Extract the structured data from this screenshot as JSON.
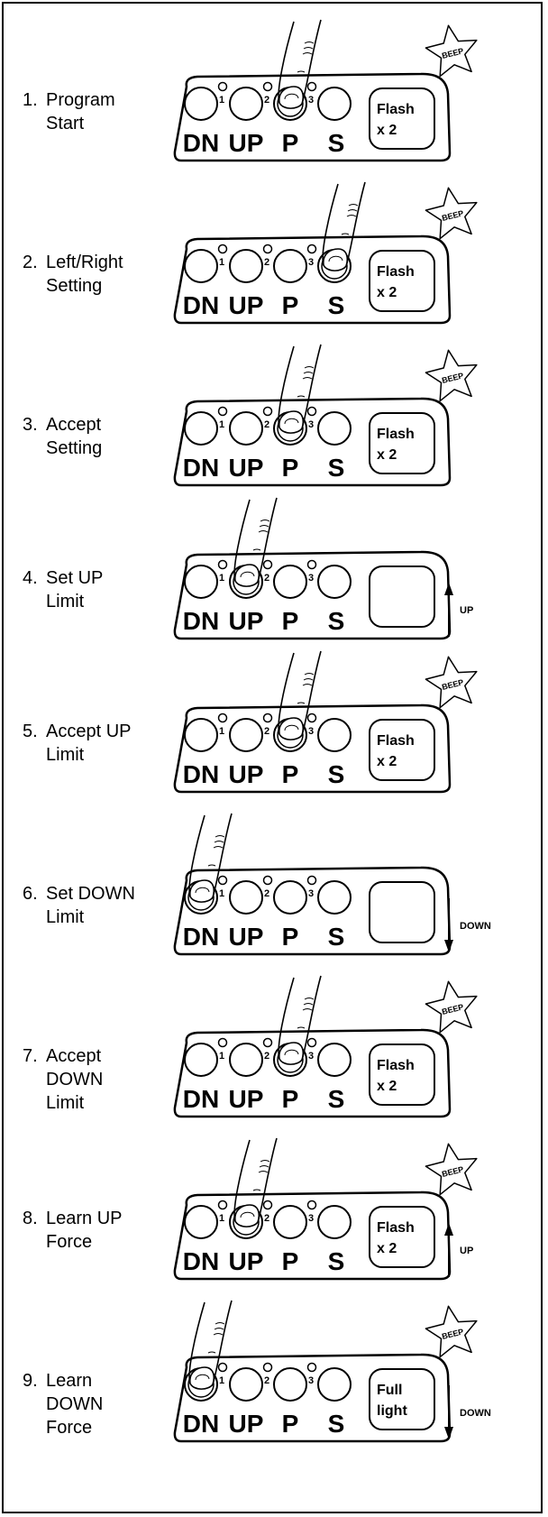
{
  "buttons": [
    "DN",
    "UP",
    "P",
    "S"
  ],
  "indicator_numbers": [
    "1",
    "2",
    "3"
  ],
  "beep_text": "BEEP",
  "steps": [
    {
      "num": "1.",
      "lines": [
        "Program",
        "Start"
      ],
      "pressed": "P",
      "display": [
        "Flash",
        "x 2"
      ],
      "beep": true,
      "arrow": null
    },
    {
      "num": "2.",
      "lines": [
        "Left/Right",
        "Setting"
      ],
      "pressed": "S",
      "display": [
        "Flash",
        "x 2"
      ],
      "beep": true,
      "arrow": null
    },
    {
      "num": "3.",
      "lines": [
        "Accept",
        "Setting"
      ],
      "pressed": "P",
      "display": [
        "Flash",
        "x 2"
      ],
      "beep": true,
      "arrow": null
    },
    {
      "num": "4.",
      "lines": [
        "Set UP",
        "Limit"
      ],
      "pressed": "UP",
      "display": [],
      "beep": false,
      "arrow": {
        "dir": "up",
        "label": "UP"
      }
    },
    {
      "num": "5.",
      "lines": [
        "Accept UP",
        "Limit"
      ],
      "pressed": "P",
      "display": [
        "Flash",
        "x 2"
      ],
      "beep": true,
      "arrow": null
    },
    {
      "num": "6.",
      "lines": [
        "Set DOWN",
        "Limit"
      ],
      "pressed": "DN",
      "display": [],
      "beep": false,
      "arrow": {
        "dir": "down",
        "label": "DOWN"
      }
    },
    {
      "num": "7.",
      "lines": [
        "Accept",
        "DOWN",
        "Limit"
      ],
      "pressed": "P",
      "display": [
        "Flash",
        "x 2"
      ],
      "beep": true,
      "arrow": null
    },
    {
      "num": "8.",
      "lines": [
        "Learn UP",
        "Force"
      ],
      "pressed": "UP",
      "display": [
        "Flash",
        "x 2"
      ],
      "beep": true,
      "arrow": {
        "dir": "up",
        "label": "UP"
      }
    },
    {
      "num": "9.",
      "lines": [
        "Learn",
        "DOWN",
        "Force"
      ],
      "pressed": "DN",
      "display": [
        "Full",
        "light"
      ],
      "beep": true,
      "arrow": {
        "dir": "down",
        "label": "DOWN"
      }
    }
  ]
}
